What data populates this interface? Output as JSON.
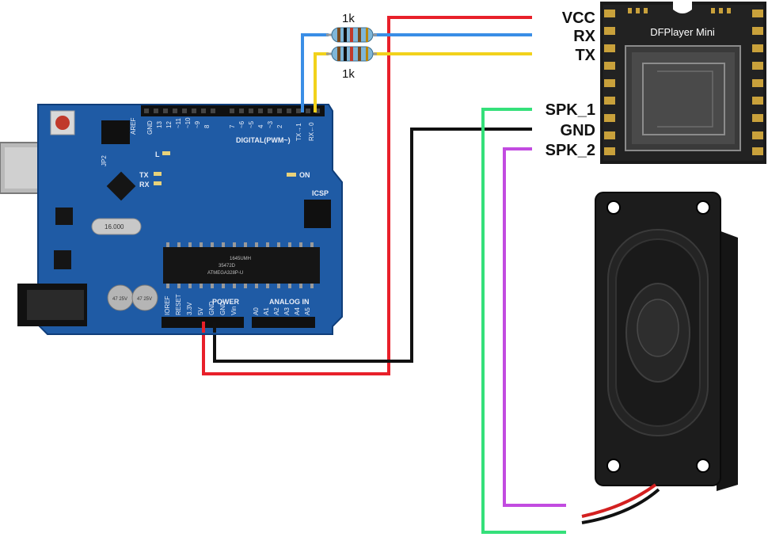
{
  "resistors": {
    "top_label": "1k",
    "bottom_label": "1k"
  },
  "dfplayer": {
    "title": "DFPlayer Mini",
    "pins": {
      "vcc": "VCC",
      "rx": "RX",
      "tx": "TX",
      "spk1": "SPK_1",
      "gnd": "GND",
      "spk2": "SPK_2"
    }
  },
  "arduino": {
    "digital_label": "DIGITAL(PWM~)",
    "aref": "AREF",
    "gnd": "GND",
    "digital_pins": [
      "13",
      "12",
      "~11",
      "~10",
      "~9",
      "8",
      "7",
      "~6",
      "~5",
      "4",
      "~3",
      "2",
      "TX→1",
      "RX←0"
    ],
    "power_label": "POWER",
    "analog_label": "ANALOG IN",
    "power_pins": [
      "IOREF",
      "RESET",
      "3.3V",
      "5V",
      "GND",
      "GND",
      "Vin"
    ],
    "analog_pins": [
      "A0",
      "A1",
      "A2",
      "A3",
      "A4",
      "A5"
    ],
    "icsp": "ICSP",
    "on": "ON",
    "l": "L",
    "tx": "TX",
    "rx": "RX",
    "jp2": "JP2",
    "crystal": "16.000",
    "chip_line1": "ATMEGA328P-U",
    "chip_line2": "35472D",
    "chip_line3": "1645UMH",
    "cap1": "47 25V",
    "cap2": "47 25V"
  },
  "wire_colors": {
    "vcc": "#e8202a",
    "rx": "#3a8ee6",
    "tx": "#f2d21b",
    "gnd": "#111111",
    "spk1": "#35e07a",
    "spk2": "#c24be0"
  }
}
